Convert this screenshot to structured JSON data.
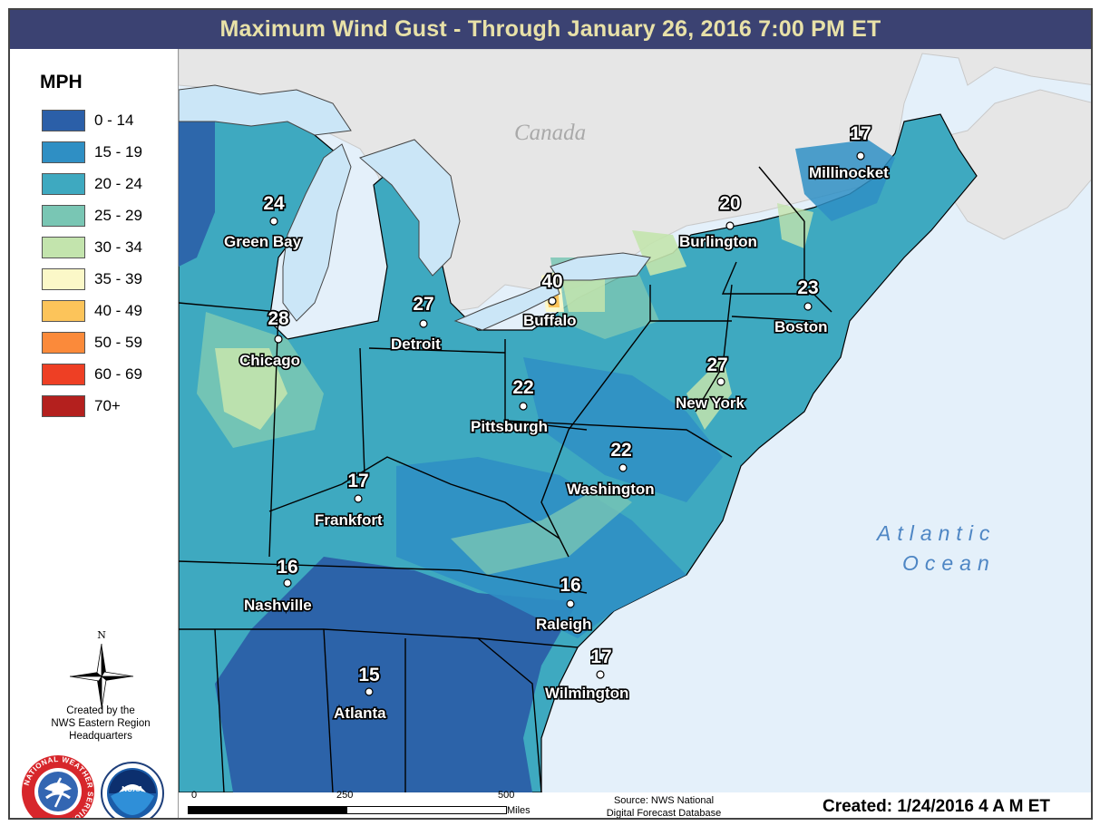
{
  "title": "Maximum Wind Gust - Through January 26, 2016 7:00 PM ET",
  "legend": {
    "unit": "MPH",
    "items": [
      {
        "label": "0 - 14",
        "color": "#2b5fa8"
      },
      {
        "label": "15 - 19",
        "color": "#2f8fc4"
      },
      {
        "label": "20 - 24",
        "color": "#3ea9c0"
      },
      {
        "label": "25 - 29",
        "color": "#79c6b4"
      },
      {
        "label": "30 - 34",
        "color": "#c3e4ad"
      },
      {
        "label": "35 - 39",
        "color": "#fbf8c8"
      },
      {
        "label": "40 - 49",
        "color": "#fcc45a"
      },
      {
        "label": "50 - 59",
        "color": "#fb8a3a"
      },
      {
        "label": "60 - 69",
        "color": "#ee3f24"
      },
      {
        "label": "70+",
        "color": "#b4201e"
      }
    ]
  },
  "compass": {
    "north": "N"
  },
  "credit": [
    "Created by the",
    "NWS Eastern Region",
    "Headquarters"
  ],
  "logos": {
    "nws": "NATIONAL WEATHER SERVICE",
    "noaa": "NOAA"
  },
  "map": {
    "regions": {
      "canada": "Canada",
      "ocean_line1": "Atlantic",
      "ocean_line2": "Ocean"
    },
    "cities": [
      {
        "name": "Millinocket",
        "value": "17"
      },
      {
        "name": "Burlington",
        "value": "20"
      },
      {
        "name": "Green Bay",
        "value": "24"
      },
      {
        "name": "Buffalo",
        "value": "40"
      },
      {
        "name": "Detroit",
        "value": "27"
      },
      {
        "name": "Boston",
        "value": "23"
      },
      {
        "name": "Chicago",
        "value": "28"
      },
      {
        "name": "New York",
        "value": "27"
      },
      {
        "name": "Pittsburgh",
        "value": "22"
      },
      {
        "name": "Washington",
        "value": "22"
      },
      {
        "name": "Frankfort",
        "value": "17"
      },
      {
        "name": "Nashville",
        "value": "16"
      },
      {
        "name": "Raleigh",
        "value": "16"
      },
      {
        "name": "Wilmington",
        "value": "17"
      },
      {
        "name": "Atlanta",
        "value": "15"
      }
    ]
  },
  "scale": {
    "ticks": [
      "0",
      "250",
      "500"
    ],
    "unit": "Miles"
  },
  "source": [
    "Source: NWS National",
    "Digital Forecast Database"
  ],
  "created": "Created: 1/24/2016 4 A M ET"
}
